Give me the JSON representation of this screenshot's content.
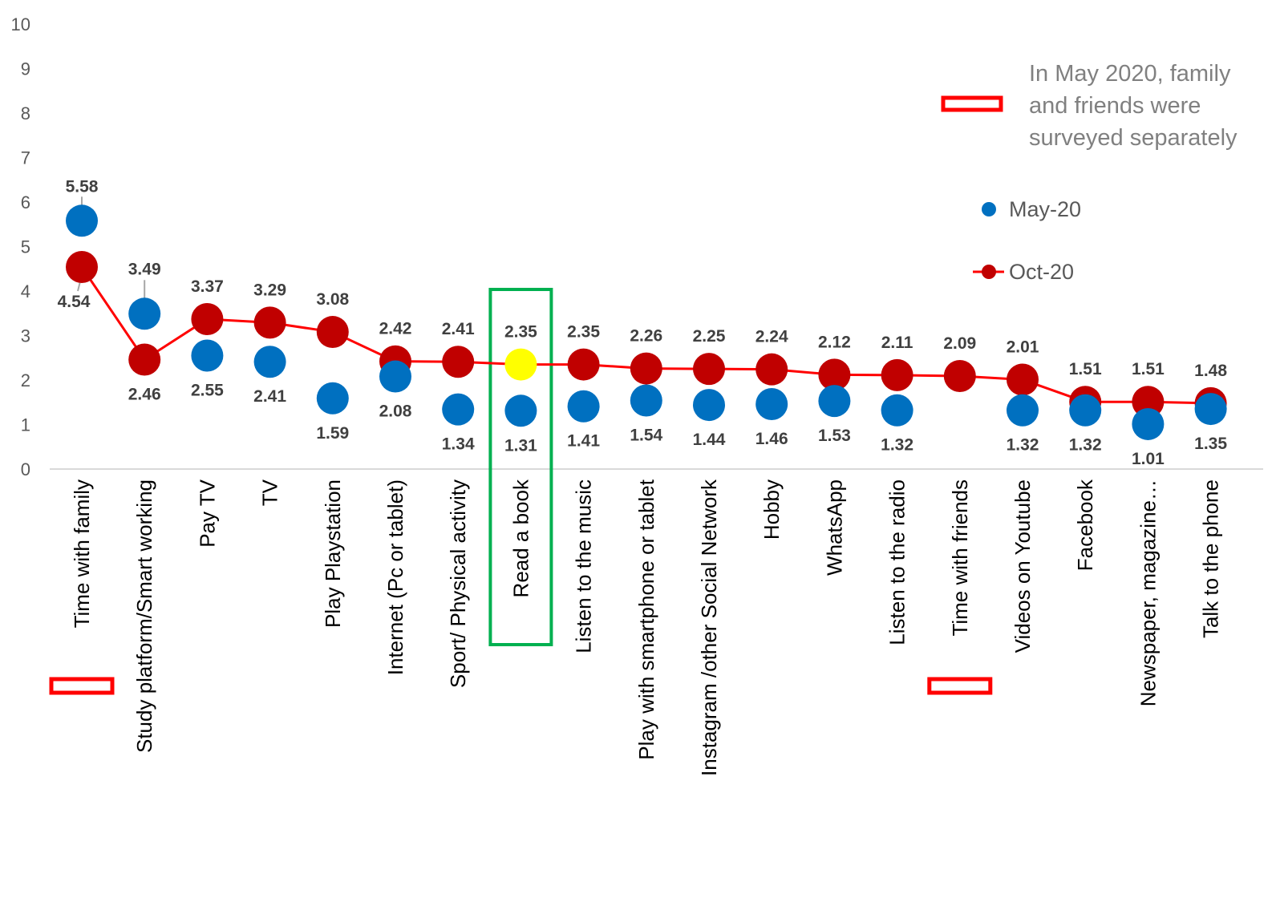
{
  "chart_data": {
    "type": "line",
    "title": "",
    "xlabel": "",
    "ylabel": "",
    "ylim": [
      0,
      10
    ],
    "yticks": [
      "0",
      "1",
      "2",
      "3",
      "4",
      "5",
      "6",
      "7",
      "8",
      "9",
      "10"
    ],
    "grid": false,
    "categories": [
      "Time with family",
      "Study platform/Smart working",
      "Pay TV",
      "TV",
      "Play  Playstation",
      "Internet (Pc or tablet)",
      "Sport/ Physical activity",
      "Read a book",
      "Listen to the music",
      "Play with smartphone or tablet",
      "Instagram /other Social Network",
      "Hobby",
      "WhatsApp",
      "Listen to the radio",
      "Time with friends",
      "Videos on Youtube",
      "Facebook",
      "Newspaper, magazine…",
      "Talk to the phone"
    ],
    "series": [
      {
        "name": "May-20",
        "style": "markers",
        "color": "#0070C0",
        "values": [
          5.58,
          3.49,
          2.55,
          2.41,
          1.59,
          2.08,
          1.34,
          1.31,
          1.41,
          1.54,
          1.44,
          1.46,
          1.53,
          1.32,
          null,
          1.32,
          1.32,
          1.01,
          1.35
        ],
        "labels": [
          "5.58",
          "3.49",
          "2.55",
          "2.41",
          "1.59",
          "2.08",
          "1.34",
          "1.31",
          "1.41",
          "1.54",
          "1.44",
          "1.46",
          "1.53",
          "1.32",
          "",
          "1.32",
          "1.32",
          "1.01",
          "1.35"
        ]
      },
      {
        "name": "Oct-20",
        "style": "line+markers",
        "color": "#C00000",
        "line_color": "#FF0000",
        "values": [
          4.54,
          2.46,
          3.37,
          3.29,
          3.08,
          2.42,
          2.41,
          2.35,
          2.35,
          2.26,
          2.25,
          2.24,
          2.12,
          2.11,
          2.09,
          2.01,
          1.51,
          1.51,
          1.48
        ],
        "labels": [
          "4.54",
          "2.46",
          "3.37",
          "3.29",
          "3.08",
          "2.42",
          "2.41",
          "2.35",
          "2.35",
          "2.26",
          "2.25",
          "2.24",
          "2.12",
          "2.11",
          "2.09",
          "2.01",
          "1.51",
          "1.51",
          "1.48"
        ],
        "highlight_index": 7,
        "highlight_color": "#FFFF00"
      }
    ],
    "legend": {
      "placement": "right",
      "note": "In May 2020, family and friends were surveyed separately"
    },
    "highlight_category_index": 7,
    "highlight_category_color": "#00B050",
    "flagged_category_indices": [
      0,
      14
    ],
    "flag_color": "#FF0000"
  }
}
